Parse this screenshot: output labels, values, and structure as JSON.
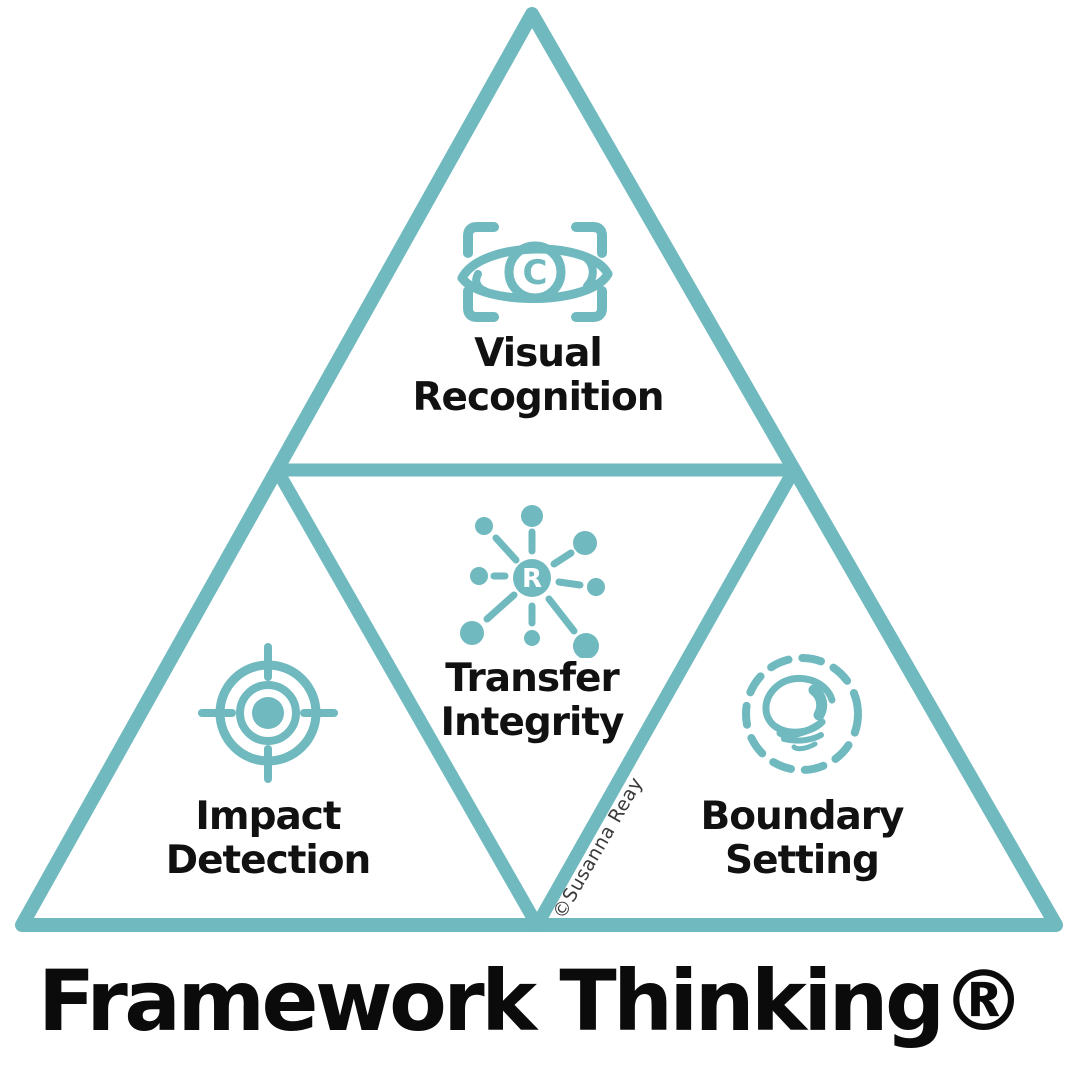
{
  "colors": {
    "accent": "#6FB9BF",
    "text": "#111111",
    "watermark": "#3A3A3A",
    "background": "#FFFFFF"
  },
  "diagram": {
    "type": "pyramid-triforce",
    "title": "Framework Thinking®",
    "watermark": "©Susanna Reay",
    "sections": [
      {
        "position": "top",
        "line1": "Visual",
        "line2": "Recognition",
        "icon": "eye-copyright-scan-icon"
      },
      {
        "position": "center",
        "line1": "Transfer",
        "line2": "Integrity",
        "icon": "network-hub-icon"
      },
      {
        "position": "left",
        "line1": "Impact",
        "line2": "Detection",
        "icon": "target-crosshair-icon"
      },
      {
        "position": "right",
        "line1": "Boundary",
        "line2": "Setting",
        "icon": "lightbulb-dashed-circle-icon"
      }
    ],
    "icon_letters": {
      "eye_iris": "C",
      "hub_center": "R"
    }
  }
}
